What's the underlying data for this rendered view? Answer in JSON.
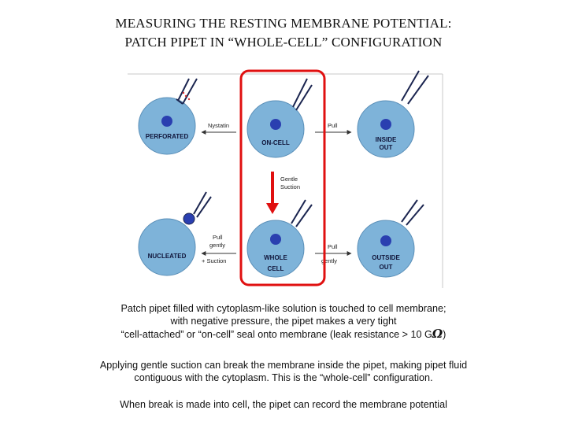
{
  "title": {
    "line1": "MEASURING THE RESTING MEMBRANE POTENTIAL:",
    "line2": "PATCH PIPET IN “WHOLE-CELL” CONFIGURATION"
  },
  "diagram": {
    "cells": {
      "perforated": "PERFORATED",
      "on_cell": "ON-CELL",
      "inside_out_1": "INSIDE",
      "inside_out_2": "OUT",
      "nucleated": "NUCLEATED",
      "whole_cell_1": "WHOLE",
      "whole_cell_2": "CELL",
      "outside_out_1": "OUTSIDE",
      "outside_out_2": "OUT"
    },
    "arrows": {
      "nystatin": "Nystatin",
      "pull_top": "Pull",
      "gentle": "Gentle",
      "suction": "Suction",
      "pull_gently_1": "Pull",
      "pull_gently_2": "gently",
      "plus_suction": "+ Suction",
      "pull_bottom_1": "Pull",
      "pull_bottom_2": "gently"
    },
    "colors": {
      "cell_fill": "#7eb3d9",
      "nucleus": "#2a3fb0",
      "highlight": "#e01010"
    }
  },
  "text": {
    "p1_line1": "Patch pipet filled with cytoplasm-like solution is touched to cell membrane;",
    "p1_line2": "with negative pressure, the pipet makes a very tight",
    "p1_line3": "“cell-attached” or “on-cell” seal onto membrane (leak resistance >  10 G",
    "omega": "Ω",
    "p1_end": ")",
    "p2_line1": "Applying gentle suction can break the membrane inside the pipet, making pipet fluid",
    "p2_line2": "contiguous with the cytoplasm.  This is the “whole-cell” configuration.",
    "p3": "When  break is made into cell, the pipet can record the membrane potential"
  }
}
